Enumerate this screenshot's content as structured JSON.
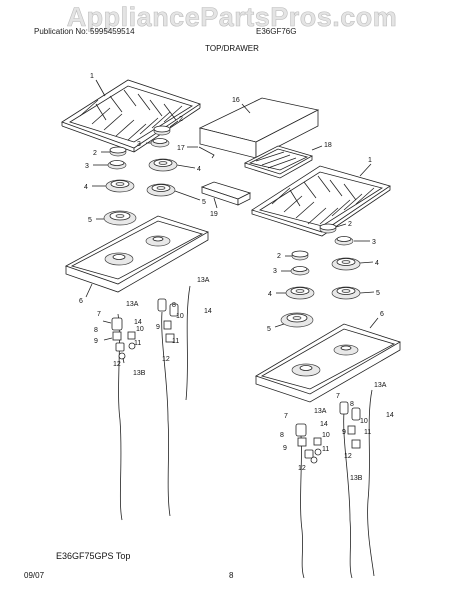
{
  "watermark": "AppliancePartsPros.com",
  "header": {
    "left": "Publication No: 5995459514",
    "right": "E36GF76G"
  },
  "section_title": "TOP/DRAWER",
  "model_caption": "E36GF75GPS Top",
  "footer": {
    "date": "09/07",
    "page": "8"
  },
  "callouts": {
    "n1": "1",
    "n2": "2",
    "n3": "3",
    "n4": "4",
    "n5": "5",
    "n6": "6",
    "n7": "7",
    "n8": "8",
    "n9": "9",
    "n10": "10",
    "n11": "11",
    "n12": "12",
    "n13A": "13A",
    "n13B": "13B",
    "n14": "14",
    "n16": "16",
    "n17": "17",
    "n18": "18",
    "n19": "19"
  }
}
